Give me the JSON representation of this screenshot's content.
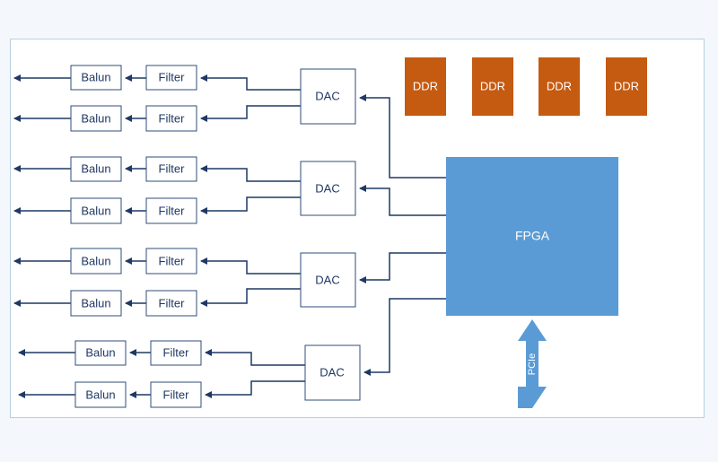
{
  "labels": {
    "balun": "Balun",
    "filter": "Filter",
    "dac": "DAC",
    "ddr": "DDR",
    "fpga": "FPGA",
    "pcie": "PCIe"
  },
  "colors": {
    "box_border": "#2f4d7a",
    "box_fill": "#ffffff",
    "arrow": "#1f3864",
    "ddr_fill": "#c55a11",
    "fpga_fill": "#5b9bd5",
    "pcie_fill": "#5b9bd5"
  }
}
